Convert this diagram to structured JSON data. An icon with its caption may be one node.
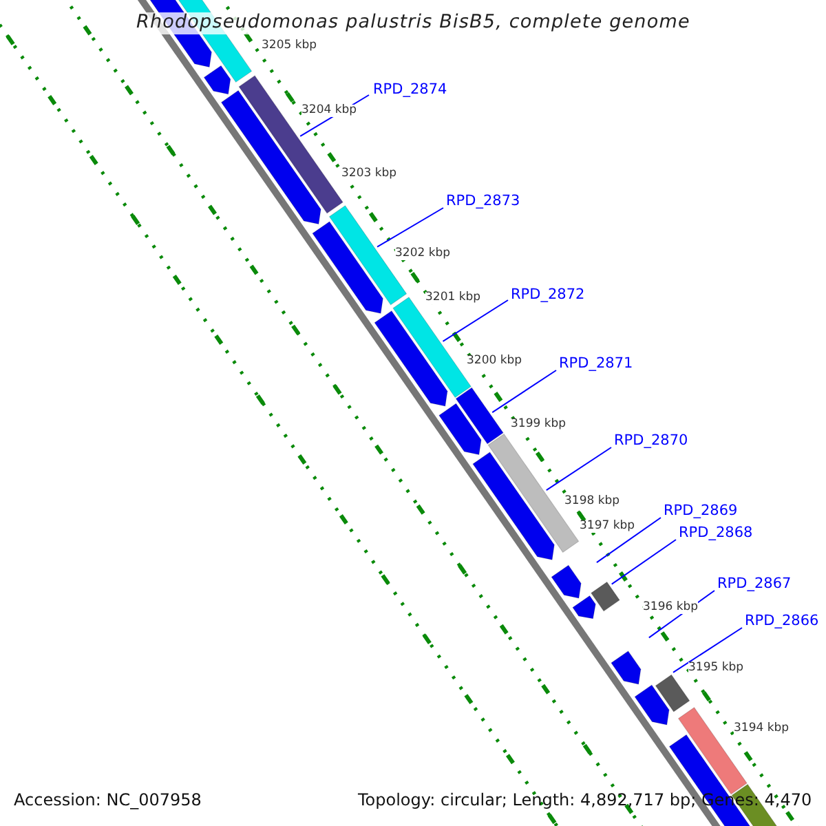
{
  "diagram": {
    "title": "Rhodopseudomonas palustris BisB5, complete genome",
    "nodes": [
      {
        "text": [
          "RPD_2874"
        ]
      },
      {
        "text": [
          "RPD_2873"
        ]
      },
      {
        "text": [
          "RPD_2872"
        ]
      },
      {
        "text": [
          "RPD_2871"
        ]
      },
      {
        "text": [
          "RPD_2870"
        ]
      },
      {
        "text": [
          "RPD_2869"
        ]
      },
      {
        "text": [
          "RPD_2868"
        ]
      },
      {
        "text": [
          "RPD_2867"
        ]
      },
      {
        "text": [
          "RPD_2866"
        ]
      }
    ],
    "edges": [
      {
        "from": 0,
        "to": null,
        "arrow": "none"
      },
      {
        "from": 1,
        "to": null,
        "arrow": "none"
      },
      {
        "from": 2,
        "to": null,
        "arrow": "none"
      },
      {
        "from": 3,
        "to": null,
        "arrow": "none"
      },
      {
        "from": 4,
        "to": null,
        "arrow": "none"
      },
      {
        "from": 5,
        "to": null,
        "arrow": "none"
      },
      {
        "from": 6,
        "to": null,
        "arrow": "none"
      },
      {
        "from": 7,
        "to": null,
        "arrow": "none"
      },
      {
        "from": 8,
        "to": null,
        "arrow": "none"
      }
    ],
    "labels": [
      "3205 kbp",
      "3204 kbp",
      "3203 kbp",
      "3202 kbp",
      "3201 kbp",
      "3200 kbp",
      "3199 kbp",
      "3198 kbp",
      "3197 kbp",
      "3196 kbp",
      "3195 kbp",
      "3194 kbp",
      "Accession: NC_007958",
      "Topology: circular; Length: 4,892,717 bp; Genes: 4,470"
    ]
  }
}
